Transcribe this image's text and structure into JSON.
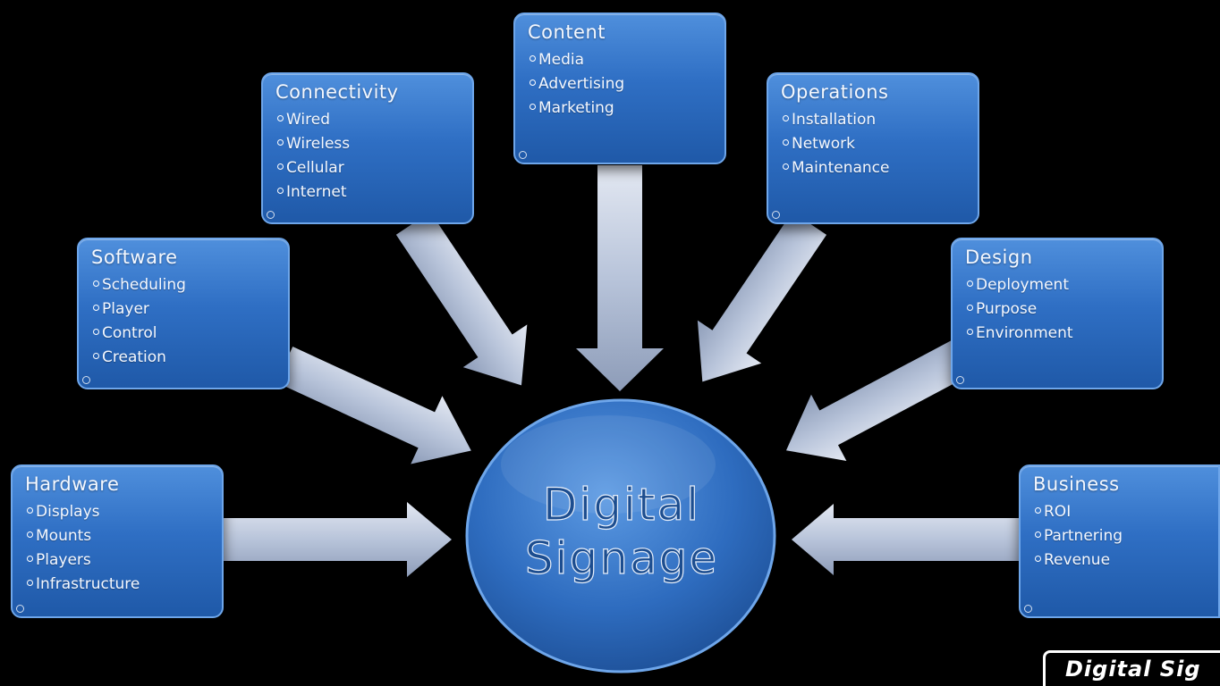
{
  "center": {
    "line1": "Digital",
    "line2": "Signage"
  },
  "categories": [
    {
      "title": "Hardware",
      "items": [
        "Displays",
        "Mounts",
        "Players",
        "Infrastructure"
      ]
    },
    {
      "title": "Software",
      "items": [
        "Scheduling",
        "Player",
        "Control",
        "Creation"
      ]
    },
    {
      "title": "Connectivity",
      "items": [
        "Wired",
        "Wireless",
        "Cellular",
        "Internet"
      ]
    },
    {
      "title": "Content",
      "items": [
        "Media",
        "Advertising",
        "Marketing"
      ]
    },
    {
      "title": "Operations",
      "items": [
        "Installation",
        "Network",
        "Maintenance"
      ]
    },
    {
      "title": "Design",
      "items": [
        "Deployment",
        "Purpose",
        "Environment"
      ]
    },
    {
      "title": "Business",
      "items": [
        "ROI",
        "Partnering",
        "Revenue"
      ]
    }
  ],
  "logo_text": "Digital Sig",
  "colors": {
    "background": "#000000",
    "box_fill": "#2f6fc4",
    "box_border": "#6ea6ea",
    "circle_fill": "#2e6cbf",
    "arrow_fill": "#b9c6dc"
  }
}
